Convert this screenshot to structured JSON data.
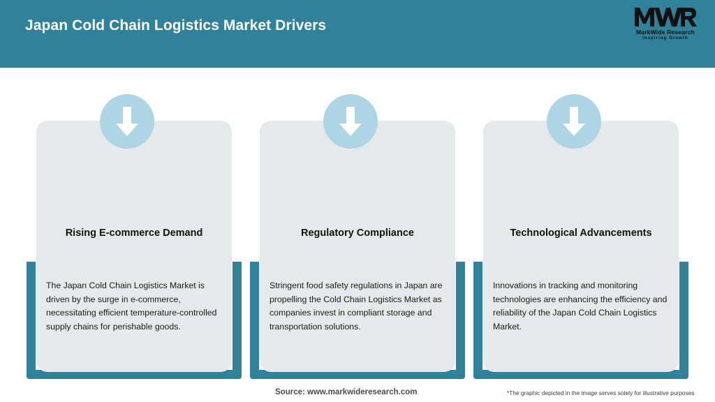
{
  "header": {
    "title": "Japan Cold Chain Logistics Market Drivers",
    "background_color": "#2F8299",
    "title_color": "#ffffff"
  },
  "logo": {
    "mark_text": "MWR",
    "name": "MarkWide Research",
    "tagline": "Inspiring Growth"
  },
  "theme": {
    "accent_teal": "#2F8299",
    "card_background": "#E6E9EA",
    "icon_circle": "#ADD5E5",
    "icon_arrow": "#ffffff"
  },
  "cards": [
    {
      "icon": "arrow-down-icon",
      "title": "Rising E-commerce Demand",
      "body": "The Japan Cold Chain Logistics Market is driven by the surge in e-commerce, necessitating efficient temperature-controlled supply chains for perishable goods."
    },
    {
      "icon": "arrow-down-icon",
      "title": "Regulatory Compliance",
      "body": "Stringent food safety regulations in Japan are propelling the Cold Chain Logistics Market as companies invest in compliant storage and transportation solutions."
    },
    {
      "icon": "arrow-down-icon",
      "title": "Technological Advancements",
      "body": "Innovations in tracking and monitoring technologies are enhancing the efficiency and reliability of the Japan Cold Chain Logistics Market."
    }
  ],
  "footer": {
    "source": "Source: www.markwideresearch.com",
    "disclaimer": "*The graphic depicted in the image serves solely for illustrative purposes"
  }
}
